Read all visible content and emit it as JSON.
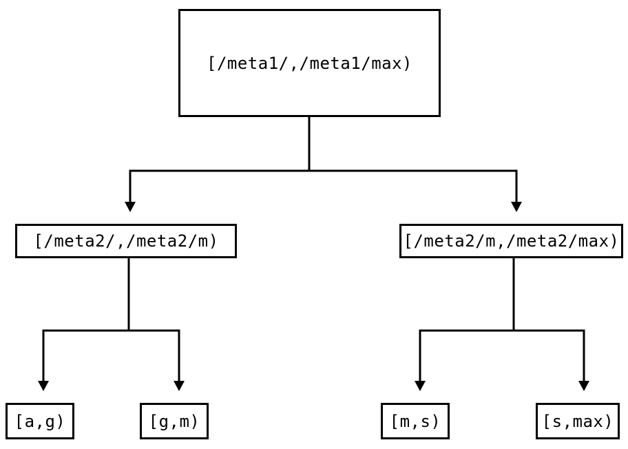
{
  "tree": {
    "type": "interval-partition-tree",
    "root": {
      "label": "[/meta1/,/meta1/max)"
    },
    "children": [
      {
        "label": "[/meta2/,/meta2/m)",
        "children": [
          {
            "label": "[a,g)"
          },
          {
            "label": "[g,m)"
          }
        ]
      },
      {
        "label": "[/meta2/m,/meta2/max)",
        "children": [
          {
            "label": "[m,s)"
          },
          {
            "label": "[s,max)"
          }
        ]
      }
    ]
  },
  "colors": {
    "background": "#ffffff",
    "line": "#000000",
    "box_border": "#000000",
    "text": "#000000"
  }
}
